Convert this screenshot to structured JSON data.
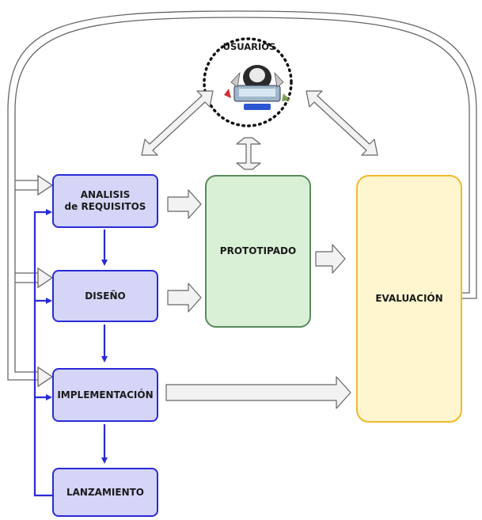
{
  "diagram": {
    "users": {
      "label": "USUARIOS"
    },
    "blocks": {
      "analisis": {
        "line1": "ANALISIS",
        "line2": "de REQUISITOS"
      },
      "diseno": {
        "label": "DISEÑO"
      },
      "implementacion": {
        "label": "IMPLEMENTACIÓN"
      },
      "lanzamiento": {
        "label": "LANZAMIENTO"
      },
      "prototipado": {
        "label": "PROTOTIPADO"
      },
      "evaluacion": {
        "label": "EVALUACIÓN"
      }
    },
    "colors": {
      "dev_block_border": "#2a2ad6",
      "dev_block_fill": "#d4d5f7",
      "prototype_border": "#5a8a5c",
      "prototype_fill": "#d9f0d6",
      "evaluation_border": "#f2b82a",
      "evaluation_fill": "#fff6cf",
      "flow_arrow": "#2a2ad6",
      "block_arrow_fill": "#f2f2f2",
      "block_arrow_stroke": "#666666"
    }
  }
}
